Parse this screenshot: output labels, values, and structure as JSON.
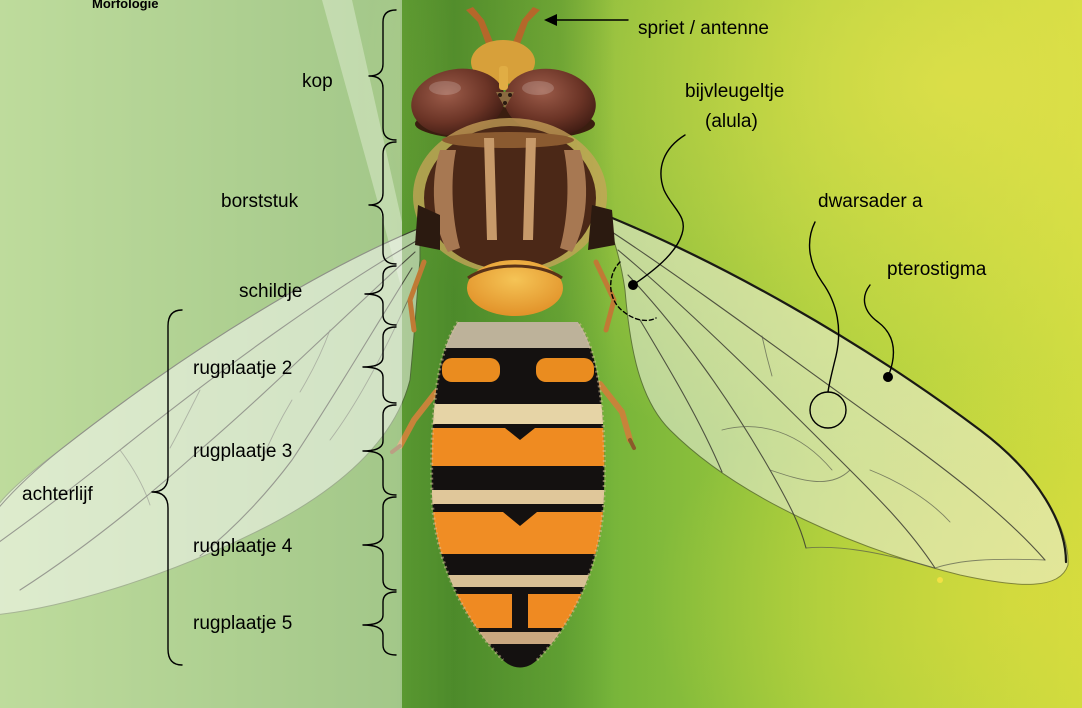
{
  "title": "Morfologie",
  "labels": {
    "antenna": "spriet / antenne",
    "head": "kop",
    "alula_line1": "bijvleugeltje",
    "alula_line2": "(alula)",
    "thorax": "borststuk",
    "crossvein": "dwarsader a",
    "pterostigma": "pterostigma",
    "scutellum": "schildje",
    "tergite_2": "rugplaatje 2",
    "tergite_3": "rugplaatje 3",
    "abdomen": "achterlijf",
    "tergite_4": "rugplaatje 4",
    "tergite_5": "rugplaatje 5"
  },
  "colors": {
    "annotation": "#000000",
    "eye": "#6b3426",
    "abdomen_orange": "#ef8b21",
    "abdomen_black": "#141110",
    "scutellum": "#e6992c",
    "background_green": "#76b43a"
  }
}
